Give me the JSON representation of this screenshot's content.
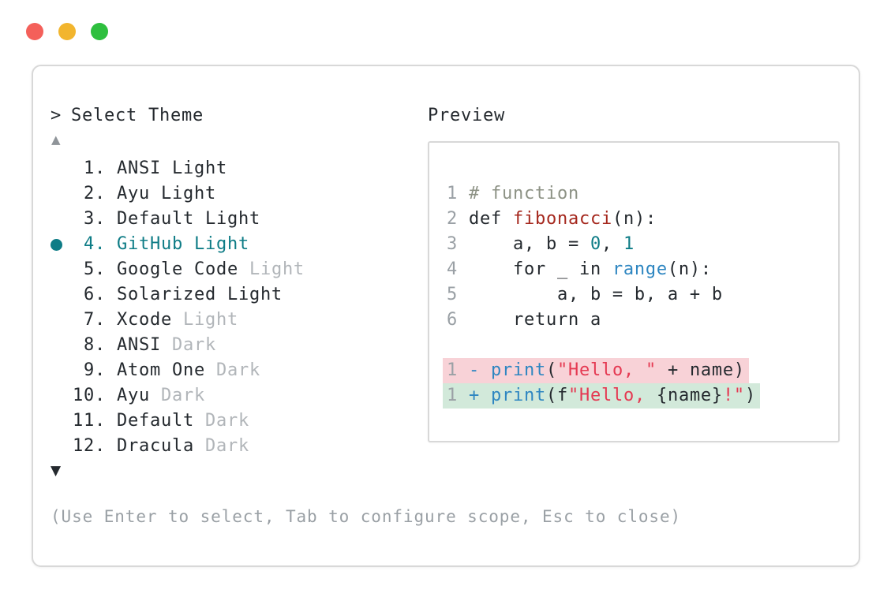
{
  "window": {
    "controls": [
      {
        "name": "close",
        "color": "#f4605a"
      },
      {
        "name": "minimize",
        "color": "#f2b52e"
      },
      {
        "name": "zoom",
        "color": "#2ebf3e"
      }
    ]
  },
  "palette": {
    "text": "#24292e",
    "muted": "#b1b5b9",
    "soft": "#9aa0a5",
    "arrow": "#8f9499",
    "accent": "#0e7c86",
    "blue": "#2e86c1",
    "strred": "#e53952",
    "funcred": "#a5281e",
    "comment": "#8d9285",
    "removed": "#f8d2d7",
    "added": "#d2e9da",
    "border": "#d8d8d8"
  },
  "selector": {
    "prompt": ">",
    "title": "Select Theme",
    "scroll_up_glyph": "▲",
    "scroll_down_glyph": "▼",
    "items": [
      {
        "num": "1.",
        "name": "ANSI",
        "suffix": "Light",
        "suffix_muted": false,
        "selected": false
      },
      {
        "num": "2.",
        "name": "Ayu",
        "suffix": "Light",
        "suffix_muted": false,
        "selected": false
      },
      {
        "num": "3.",
        "name": "Default",
        "suffix": "Light",
        "suffix_muted": false,
        "selected": false
      },
      {
        "num": "4.",
        "name": "GitHub",
        "suffix": "Light",
        "suffix_muted": false,
        "selected": true
      },
      {
        "num": "5.",
        "name": "Google Code",
        "suffix": "Light",
        "suffix_muted": true,
        "selected": false
      },
      {
        "num": "6.",
        "name": "Solarized",
        "suffix": "Light",
        "suffix_muted": false,
        "selected": false
      },
      {
        "num": "7.",
        "name": "Xcode",
        "suffix": "Light",
        "suffix_muted": true,
        "selected": false
      },
      {
        "num": "8.",
        "name": "ANSI",
        "suffix": "Dark",
        "suffix_muted": true,
        "selected": false
      },
      {
        "num": "9.",
        "name": "Atom One",
        "suffix": "Dark",
        "suffix_muted": true,
        "selected": false
      },
      {
        "num": "10.",
        "name": "Ayu",
        "suffix": "Dark",
        "suffix_muted": true,
        "selected": false
      },
      {
        "num": "11.",
        "name": "Default",
        "suffix": "Dark",
        "suffix_muted": true,
        "selected": false
      },
      {
        "num": "12.",
        "name": "Dracula",
        "suffix": "Dark",
        "suffix_muted": true,
        "selected": false
      }
    ],
    "footer": "(Use Enter to select, Tab to configure scope, Esc to close)"
  },
  "preview": {
    "label": "Preview",
    "lines": [
      {
        "ln": "1",
        "tokens": [
          {
            "c": "comment",
            "t": "# function"
          }
        ]
      },
      {
        "ln": "2",
        "tokens": [
          {
            "c": "plain",
            "t": "def "
          },
          {
            "c": "func",
            "t": "fibonacci"
          },
          {
            "c": "plain",
            "t": "(n):"
          }
        ]
      },
      {
        "ln": "3",
        "tokens": [
          {
            "c": "plain",
            "t": "    a, b = "
          },
          {
            "c": "num",
            "t": "0"
          },
          {
            "c": "plain",
            "t": ", "
          },
          {
            "c": "num",
            "t": "1"
          }
        ]
      },
      {
        "ln": "4",
        "tokens": [
          {
            "c": "plain",
            "t": "    for _ in "
          },
          {
            "c": "blue",
            "t": "range"
          },
          {
            "c": "plain",
            "t": "(n):"
          }
        ]
      },
      {
        "ln": "5",
        "tokens": [
          {
            "c": "plain",
            "t": "        a, b = b, a + b"
          }
        ]
      },
      {
        "ln": "6",
        "tokens": [
          {
            "c": "plain",
            "t": "    return a"
          }
        ]
      },
      {
        "blank": true
      },
      {
        "ln": "1",
        "diff": "removed",
        "tokens": [
          {
            "c": "blue",
            "t": "- "
          },
          {
            "c": "blue",
            "t": "print"
          },
          {
            "c": "plain",
            "t": "("
          },
          {
            "c": "str",
            "t": "\"Hello, \""
          },
          {
            "c": "plain",
            "t": " + name)"
          }
        ]
      },
      {
        "ln": "1",
        "diff": "added",
        "tokens": [
          {
            "c": "blue",
            "t": "+ "
          },
          {
            "c": "blue",
            "t": "print"
          },
          {
            "c": "plain",
            "t": "(f"
          },
          {
            "c": "str",
            "t": "\"Hello, "
          },
          {
            "c": "plain",
            "t": "{name}"
          },
          {
            "c": "str",
            "t": "!\""
          },
          {
            "c": "plain",
            "t": ")"
          }
        ]
      }
    ]
  }
}
